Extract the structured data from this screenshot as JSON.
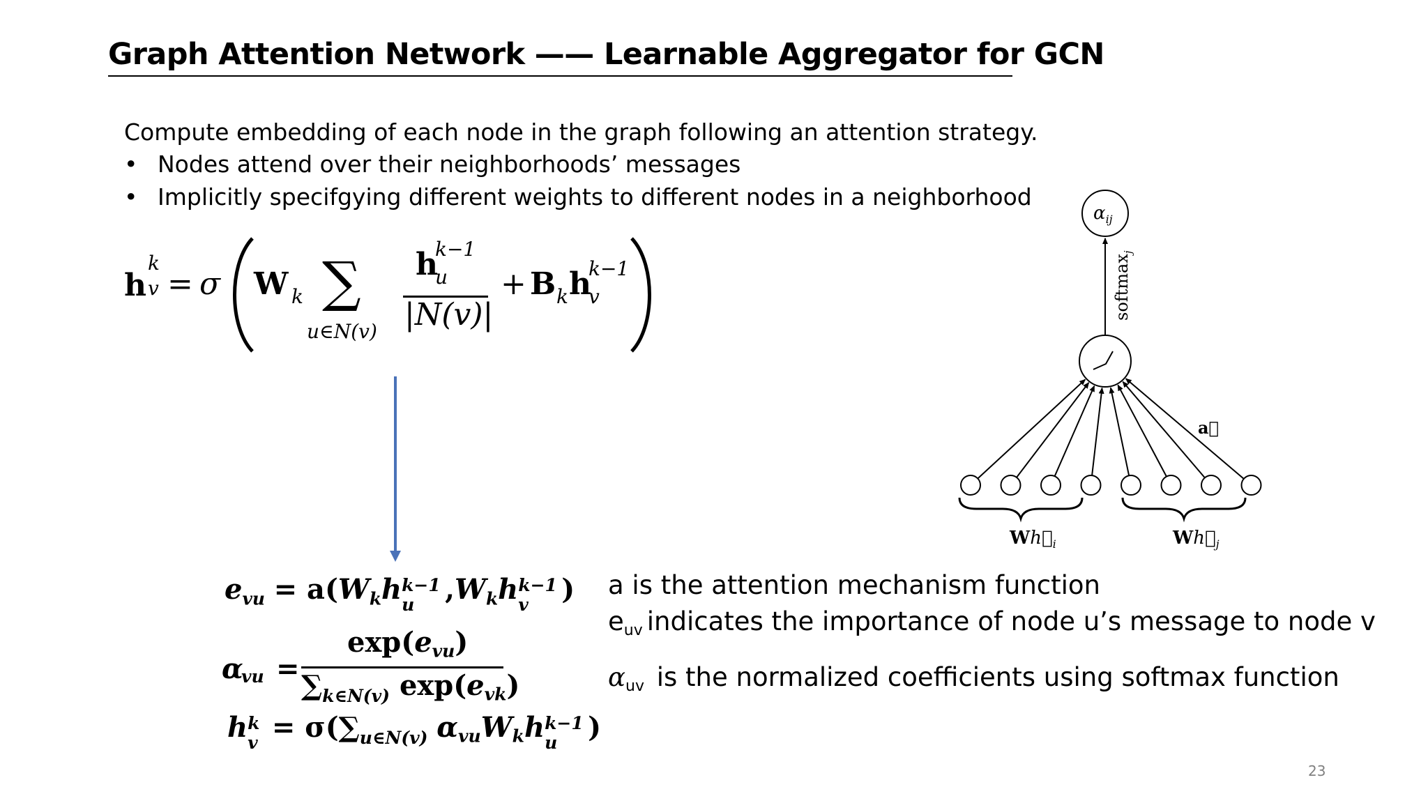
{
  "slide": {
    "title": "Graph Attention Network —— Learnable Aggregator for GCN",
    "intro": "Compute embedding of each node in the graph following an attention strategy.",
    "bullets": [
      {
        "marker": "•",
        "text": "Nodes attend over their neighborhoods’ messages"
      },
      {
        "marker": "•",
        "text": "Implicitly specifgying different weights to different nodes in a neighborhood"
      }
    ],
    "page_number": "23"
  },
  "formula_main": {
    "lhs_h": "h",
    "lhs_sup": "k",
    "lhs_sub": "v",
    "equals": "=",
    "sigma": "σ",
    "W": "W",
    "W_sub": "k",
    "sum": "∑",
    "sum_sub": "u∈N(v)",
    "num_h": "h",
    "num_sup": "k−1",
    "num_sub": "u",
    "den": "|N(v)|",
    "plus": "+",
    "B": "B",
    "B_sub": "k",
    "tail_h": "h",
    "tail_sup": "k−1",
    "tail_sub": "v"
  },
  "formulas_gat": {
    "e_lhs": "e",
    "e_lhs_sub": "vu",
    "e_rhs_a": "= a(",
    "e_W1": "W",
    "e_W1_sub": "k",
    "e_h1": "h",
    "e_h1_sup": "k−1",
    "e_h1_sub": "u",
    "e_comma": ",",
    "e_W2": "W",
    "e_W2_sub": "k",
    "e_h2": "h",
    "e_h2_sup": "k−1",
    "e_h2_sub": "v",
    "e_close": ")",
    "alpha_lhs": "α",
    "alpha_lhs_sub": "vu",
    "alpha_eq": "=",
    "alpha_num": "exp(",
    "alpha_num_e": "e",
    "alpha_num_sub": "vu",
    "alpha_num_close": ")",
    "alpha_den_sum": "∑",
    "alpha_den_sub": "k∈N(v)",
    "alpha_den_exp": "exp(",
    "alpha_den_e": "e",
    "alpha_den_e_sub": "vk",
    "alpha_den_close": ")",
    "h_lhs": "h",
    "h_lhs_sup": "k",
    "h_lhs_sub": "v",
    "h_eq": "= σ(∑",
    "h_sum_sub": "u∈N(v)",
    "h_alpha": "α",
    "h_alpha_sub": "vu",
    "h_W": "W",
    "h_W_sub": "k",
    "h_h": "h",
    "h_h_sup": "k−1",
    "h_h_sub": "u",
    "h_close": ")"
  },
  "descriptions": {
    "line1": "a is the attention mechanism function",
    "line2_symbol": "e",
    "line2_sub": "uv",
    "line2_text": "indicates the importance of node u’s message to  node v",
    "line3_symbol": "α",
    "line3_sub": "uv",
    "line3_text": "is the normalized coefficients using softmax function"
  },
  "diagram": {
    "top_node_label": "α",
    "top_node_sub": "ij",
    "edge_label": "softmax",
    "edge_label_sub": "j",
    "attention_vector_label": "a⃗",
    "left_group_label": "W",
    "left_group_h": "h⃗",
    "left_group_sub": "i",
    "right_group_label": "W",
    "right_group_h": "h⃗",
    "right_group_sub": "j",
    "node_count": 8
  },
  "colors": {
    "arrow": "#4a72b8",
    "text": "#000000",
    "page_number": "#7f7f7f"
  }
}
